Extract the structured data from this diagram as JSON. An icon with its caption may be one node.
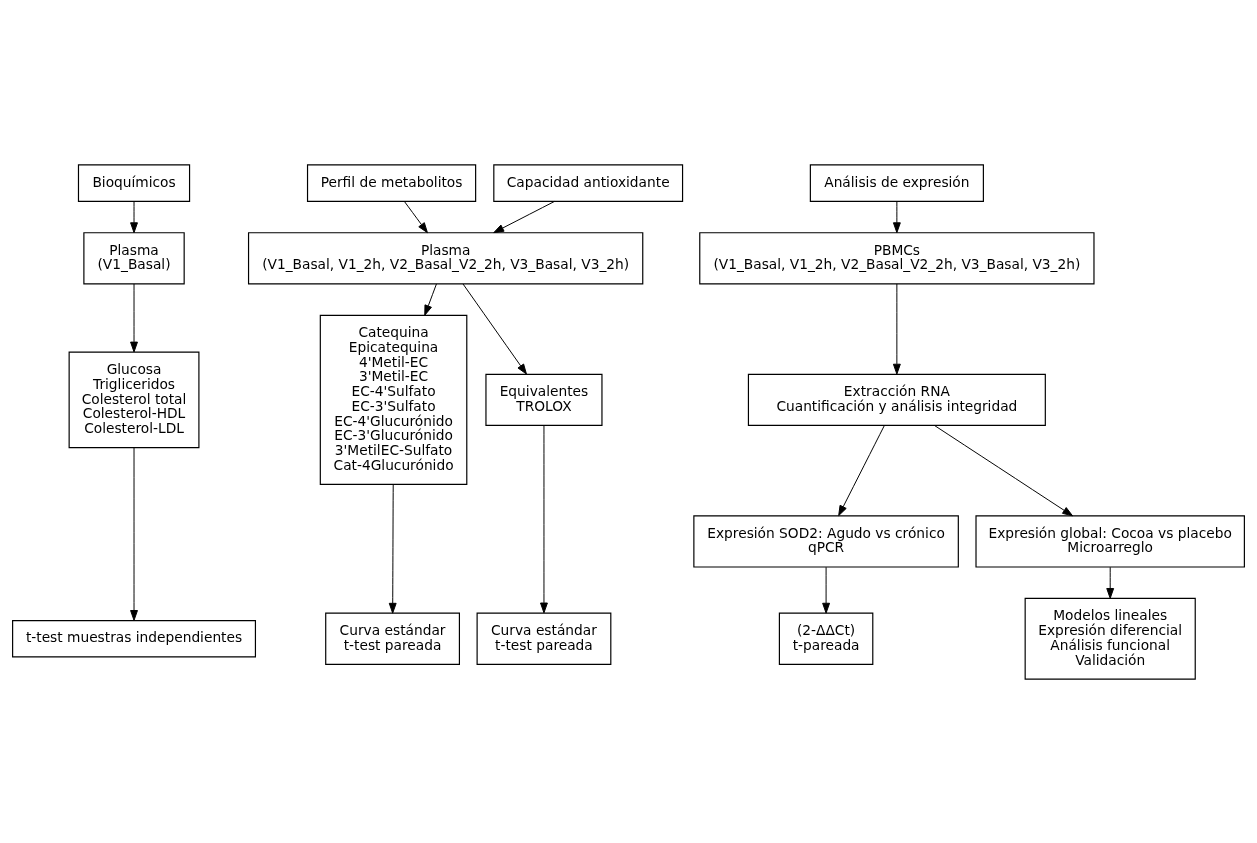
{
  "diagram": {
    "nodes": [
      {
        "text": [
          "Bioquímicos"
        ]
      },
      {
        "text": [
          "Perfil de metabolitos"
        ]
      },
      {
        "text": [
          "Capacidad antioxidante"
        ]
      },
      {
        "text": [
          "Análisis de expresión"
        ]
      },
      {
        "text": [
          "Plasma",
          "(V1_Basal)"
        ]
      },
      {
        "text": [
          "Plasma",
          "(V1_Basal, V1_2h, V2_Basal_V2_2h, V3_Basal, V3_2h)"
        ]
      },
      {
        "text": [
          "PBMCs",
          "(V1_Basal, V1_2h, V2_Basal_V2_2h, V3_Basal, V3_2h)"
        ]
      },
      {
        "text": [
          "Glucosa",
          "Trigliceridos",
          "Colesterol total",
          "Colesterol-HDL",
          "Colesterol-LDL"
        ]
      },
      {
        "text": [
          "Catequina",
          "Epicatequina",
          "4'Metil-EC",
          "3'Metil-EC",
          "EC-4'Sulfato",
          "EC-3'Sulfato",
          "EC-4'Glucurónido",
          "EC-3'Glucurónido",
          "3'MetilEC-Sulfato",
          "Cat-4Glucurónido"
        ]
      },
      {
        "text": [
          "Equivalentes",
          "TROLOX"
        ]
      },
      {
        "text": [
          "Extracción RNA",
          "Cuantificación y análisis integridad"
        ]
      },
      {
        "text": [
          "Expresión SOD2: Agudo vs crónico",
          "qPCR"
        ]
      },
      {
        "text": [
          "Expresión global: Cocoa vs placebo",
          "Microarreglo"
        ]
      },
      {
        "text": [
          "t-test muestras independientes"
        ]
      },
      {
        "text": [
          "Curva estándar",
          "t-test pareada"
        ]
      },
      {
        "text": [
          "Curva estándar",
          "t-test pareada"
        ]
      },
      {
        "text": [
          "(2-ΔΔCt)",
          "t-pareada"
        ]
      },
      {
        "text": [
          "Modelos lineales",
          "Expresión diferencial",
          "Análisis funcional",
          "Validación"
        ]
      }
    ],
    "edges": [
      {
        "from": 0,
        "to": 4,
        "arrow": "to"
      },
      {
        "from": 1,
        "to": 5,
        "arrow": "to"
      },
      {
        "from": 2,
        "to": 5,
        "arrow": "to"
      },
      {
        "from": 3,
        "to": 6,
        "arrow": "to"
      },
      {
        "from": 4,
        "to": 7,
        "arrow": "to"
      },
      {
        "from": 5,
        "to": 8,
        "arrow": "to"
      },
      {
        "from": 5,
        "to": 9,
        "arrow": "to"
      },
      {
        "from": 6,
        "to": 10,
        "arrow": "to"
      },
      {
        "from": 10,
        "to": 11,
        "arrow": "to"
      },
      {
        "from": 10,
        "to": 12,
        "arrow": "to"
      },
      {
        "from": 7,
        "to": 13,
        "arrow": "to"
      },
      {
        "from": 8,
        "to": 14,
        "arrow": "to"
      },
      {
        "from": 9,
        "to": 15,
        "arrow": "to"
      },
      {
        "from": 11,
        "to": 16,
        "arrow": "to"
      },
      {
        "from": 12,
        "to": 17,
        "arrow": "to"
      }
    ]
  }
}
